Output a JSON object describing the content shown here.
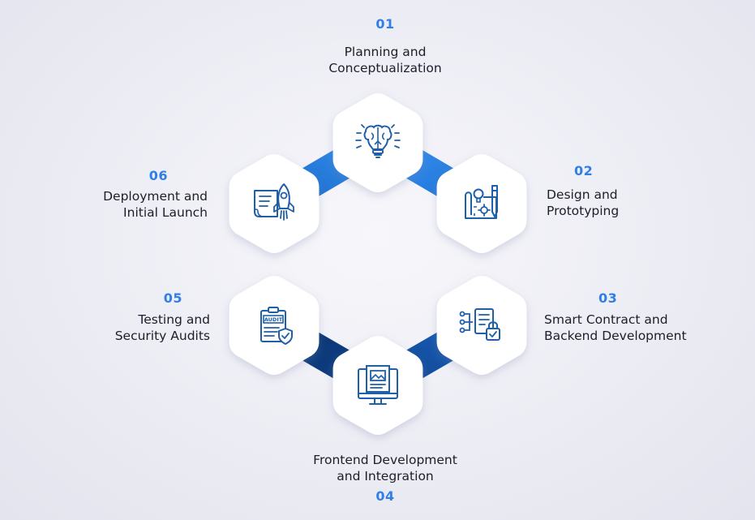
{
  "colors": {
    "accent_number": "#2f7fe6",
    "ring_light": "#2b86e8",
    "ring_dark": "#0c3a78",
    "icon_stroke": "#1d5fa8",
    "hex_fill": "#ffffff",
    "text": "#1b1f2a"
  },
  "steps": [
    {
      "number": "01",
      "title": "Planning and\nConceptualization",
      "icon": "brain-lightbulb-icon"
    },
    {
      "number": "02",
      "title": "Design and\nPrototyping",
      "icon": "blueprint-design-icon"
    },
    {
      "number": "03",
      "title": "Smart Contract and\nBackend Development",
      "icon": "document-lock-icon"
    },
    {
      "number": "04",
      "title": "Frontend Development\nand Integration",
      "icon": "monitor-webpage-icon"
    },
    {
      "number": "05",
      "title": "Testing and\nSecurity Audits",
      "icon": "audit-clipboard-icon"
    },
    {
      "number": "06",
      "title": "Deployment and\nInitial Launch",
      "icon": "rocket-document-icon"
    }
  ]
}
